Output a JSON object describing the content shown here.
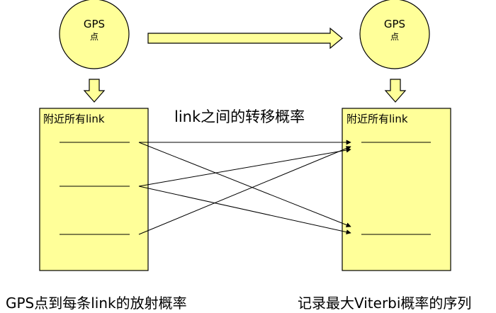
{
  "colors": {
    "fill": "#ffff99",
    "stroke": "#000000",
    "arrow_fill": "#ffff99"
  },
  "left_gps": {
    "title": "GPS",
    "subtitle": "点"
  },
  "right_gps": {
    "title": "GPS",
    "subtitle": "点"
  },
  "left_box": {
    "title": "附近所有link"
  },
  "right_box": {
    "title": "附近所有link"
  },
  "transition_label": "link之间的转移概率",
  "captions": {
    "left": "GPS点到每条link的放射概率",
    "right": "记录最大Viterbi概率的序列"
  },
  "icons": [
    "block-arrow-right-icon",
    "block-arrow-down-icon",
    "arrowhead-icon"
  ]
}
